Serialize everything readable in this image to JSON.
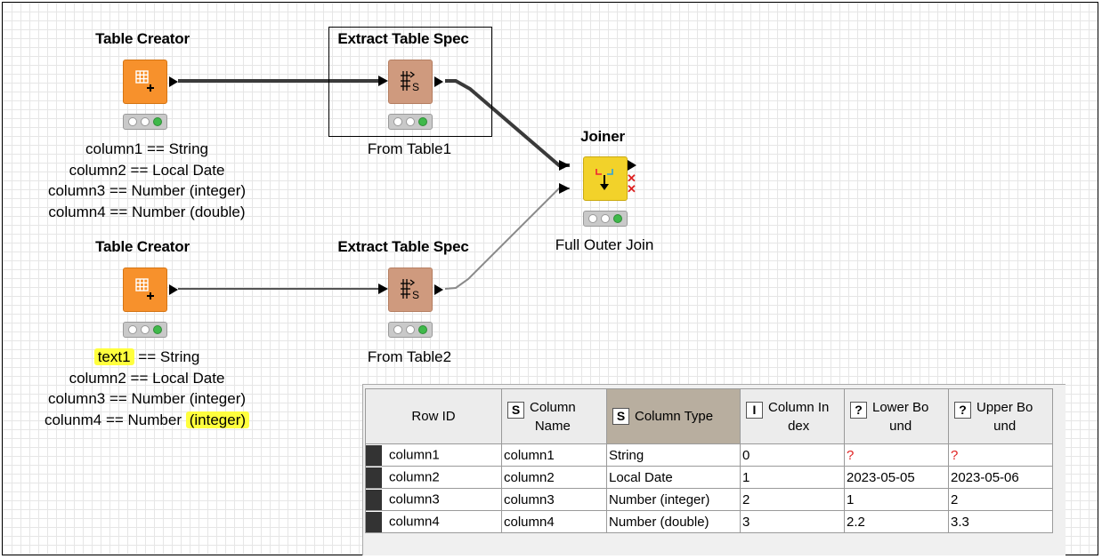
{
  "nodes": {
    "creator1": {
      "title": "Table Creator",
      "lines": [
        "column1 == String",
        "column2 == Local Date",
        "column3 == Number (integer)",
        "column4 == Number (double)"
      ]
    },
    "spec1": {
      "title": "Extract Table Spec",
      "label": "From Table1"
    },
    "joiner": {
      "title": "Joiner",
      "label": "Full Outer Join"
    },
    "creator2": {
      "title": "Table Creator",
      "line1_hl": "text1",
      "line1_rest": " == String",
      "line2": "column2 == Local Date",
      "line3": "column3 == Number (integer)",
      "line4_pre": "colunm4 == Number ",
      "line4_hl": "(integer)"
    },
    "spec2": {
      "title": "Extract Table Spec",
      "label": "From Table2"
    }
  },
  "table": {
    "headers": {
      "row_id": "Row ID",
      "col_name": {
        "badge": "S",
        "l1": "Column",
        "l2": "Name"
      },
      "col_type": {
        "badge": "S",
        "l1": "Column Type"
      },
      "col_index": {
        "badge": "I",
        "l1": "Column In",
        "l2": "dex"
      },
      "lower": {
        "badge": "?",
        "l1": "Lower Bo",
        "l2": "und"
      },
      "upper": {
        "badge": "?",
        "l1": "Upper Bo",
        "l2": "und"
      }
    },
    "rows": [
      {
        "id": "column1",
        "name": "column1",
        "type": "String",
        "index": "0",
        "lower": "?",
        "upper": "?"
      },
      {
        "id": "column2",
        "name": "column2",
        "type": "Local Date",
        "index": "1",
        "lower": "2023-05-05",
        "upper": "2023-05-06"
      },
      {
        "id": "column3",
        "name": "column3",
        "type": "Number (integer)",
        "index": "2",
        "lower": "1",
        "upper": "2"
      },
      {
        "id": "column4",
        "name": "column4",
        "type": "Number (double)",
        "index": "3",
        "lower": "2.2",
        "upper": "3.3"
      }
    ]
  },
  "colors": {
    "creator": "#f7912c",
    "spec": "#cf9a7e",
    "joiner": "#f2d22a",
    "highlight": "#ffff3d",
    "status_ok": "#3fb94a"
  }
}
